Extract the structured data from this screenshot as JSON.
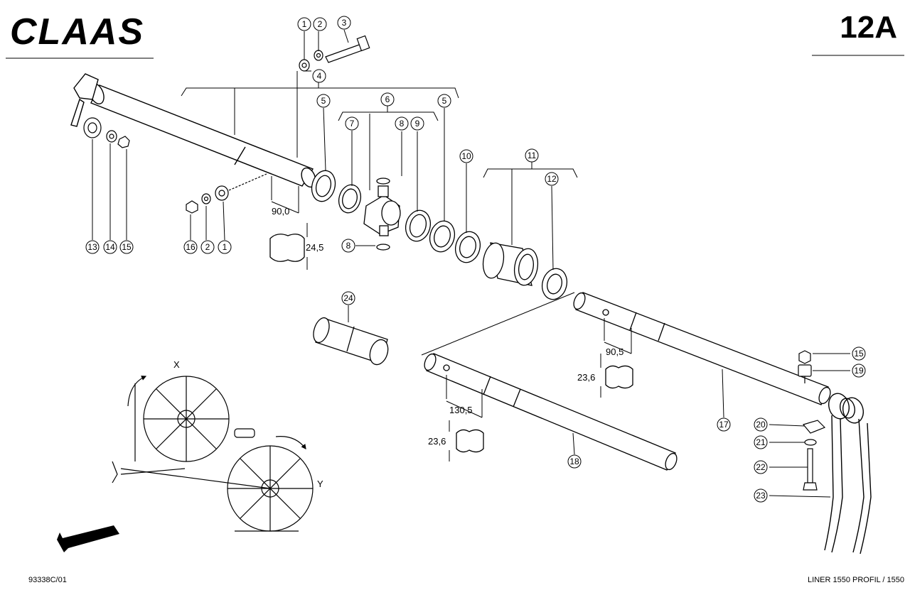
{
  "header": {
    "brand": "CLAAS",
    "page_number": "12A"
  },
  "footer": {
    "document_code": "93338C/01",
    "model": "LINER 1550 PROFIL / 1550"
  },
  "callouts": [
    "1",
    "2",
    "3",
    "4",
    "5",
    "6",
    "7",
    "8",
    "9",
    "10",
    "11",
    "12",
    "13",
    "14",
    "15",
    "16",
    "17",
    "18",
    "19",
    "20",
    "21",
    "22",
    "23",
    "24"
  ],
  "dimensions": {
    "d_90_0": "90,0",
    "d_24_5": "24,5",
    "d_90_5": "90,5",
    "d_23_6_a": "23,6",
    "d_130_5": "130,5",
    "d_23_6_b": "23,6"
  },
  "view_labels": {
    "x": "X",
    "y": "Y"
  }
}
